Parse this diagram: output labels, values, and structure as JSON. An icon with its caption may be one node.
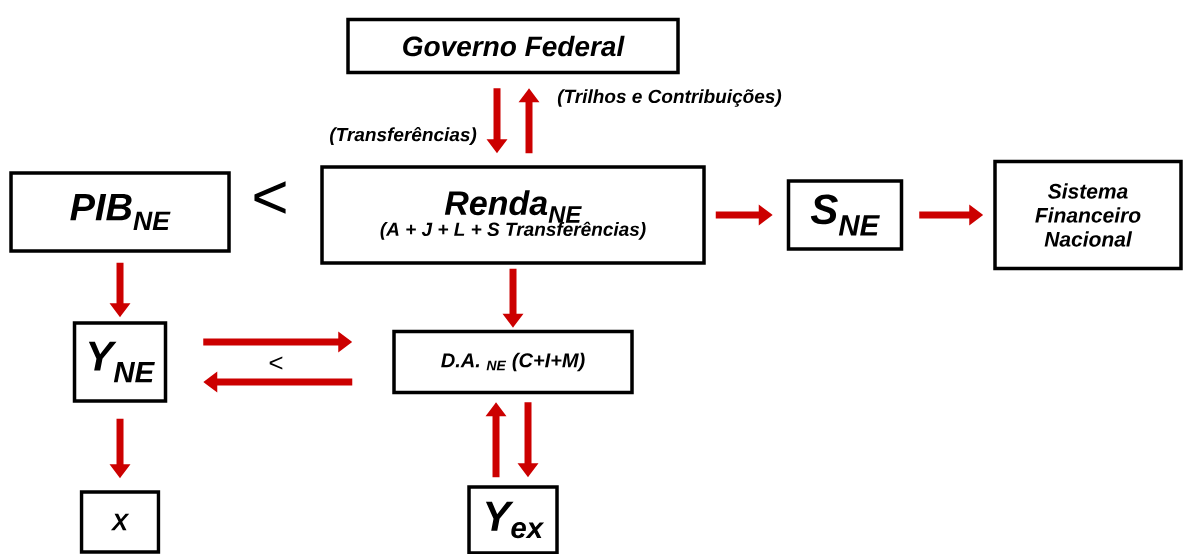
{
  "diagram": {
    "nodes": [
      {
        "text": [
          "Governo Federal"
        ]
      },
      {
        "text": [
          "PIB$_{NE}$"
        ]
      },
      {
        "text": [
          "Renda$_{NE}$",
          "(A + J + L + S Transferências)"
        ]
      },
      {
        "text": [
          "S$_{NE}$"
        ]
      },
      {
        "text": [
          "Sistema Financeiro Nacional"
        ]
      },
      {
        "text": [
          "Y$_{NE}$"
        ]
      },
      {
        "text": [
          "D.A. $_{NE}$ (C+I+M)"
        ]
      },
      {
        "text": [
          "X"
        ]
      },
      {
        "text": [
          "Y$_{ex}$"
        ]
      }
    ],
    "edges": [
      {
        "from": 0,
        "to": 2,
        "arrow": "to",
        "label": "(Transferências)"
      },
      {
        "from": 2,
        "to": 0,
        "arrow": "to",
        "label": "(Trilhos e Contribuições)"
      },
      {
        "from": 2,
        "to": 3,
        "arrow": "to"
      },
      {
        "from": 3,
        "to": 4,
        "arrow": "to"
      },
      {
        "from": 1,
        "to": 5,
        "arrow": "to"
      },
      {
        "from": 2,
        "to": 6,
        "arrow": "to"
      },
      {
        "from": 6,
        "to": 5,
        "arrow": "to"
      },
      {
        "from": 5,
        "to": 6,
        "arrow": "to"
      },
      {
        "from": 8,
        "to": 6,
        "arrow": "to"
      },
      {
        "from": 6,
        "to": 8,
        "arrow": "to"
      },
      {
        "from": 5,
        "to": 7,
        "arrow": "to"
      }
    ],
    "labels": [
      "<",
      "<"
    ]
  }
}
